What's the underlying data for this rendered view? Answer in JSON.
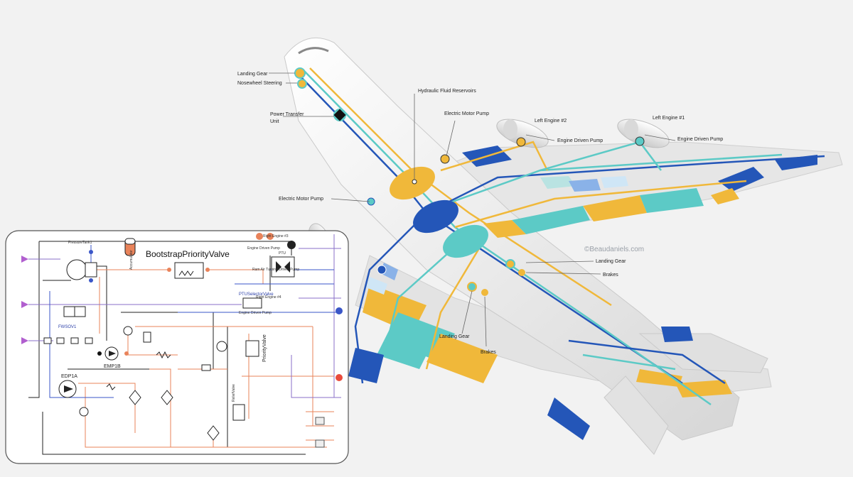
{
  "airplane_labels": {
    "landing_gear_nose": "Landing Gear",
    "nosewheel_steering": "Nosewheel Steering",
    "power_transfer_1": "Power Transfer",
    "power_transfer_2": "Unit",
    "hydraulic_reservoirs": "Hydraulic Fluid Reservoirs",
    "electric_pump_top": "Electric Motor Pump",
    "electric_pump_left": "Electric Motor Pump",
    "left_engine_2": "Left Engine #2",
    "left_engine_1": "Left Engine #1",
    "edp_2": "Engine Driven Pump",
    "edp_1": "Engine Driven Pump",
    "landing_gear_right": "Landing Gear",
    "brakes_right": "Brakes",
    "landing_gear_bottom": "Landing Gear",
    "brakes_bottom": "Brakes",
    "copyright": "©Beaudaniels.com"
  },
  "schematic": {
    "title": "BootstrapPriorityValve",
    "pressure_tank": "PressureTank1",
    "accumulator": "Accumulator",
    "fwsov": "FWSOV1",
    "emp": "EMP1B",
    "edp": "EDP1A",
    "ptu": "PTU",
    "ptu_selector": "PTUSelectorValve",
    "priority_valve": "PriorityValve",
    "relief_valve": "ReliefValve",
    "right_engine_3": "Right Engine #3",
    "right_engine_4": "Right Engine #4",
    "engine_driven_pump_a": "Engine Driven Pump",
    "engine_driven_pump_b": "Engine Driven Pump",
    "ram_air": "Ram Air Turbine Driven Pump"
  },
  "colors": {
    "dark_blue": "#2456b8",
    "teal": "#5ccac6",
    "yellow": "#f0b83a",
    "schematic_orange": "#e9835a",
    "schematic_black": "#222222",
    "schematic_purple": "#8a6fc8"
  }
}
